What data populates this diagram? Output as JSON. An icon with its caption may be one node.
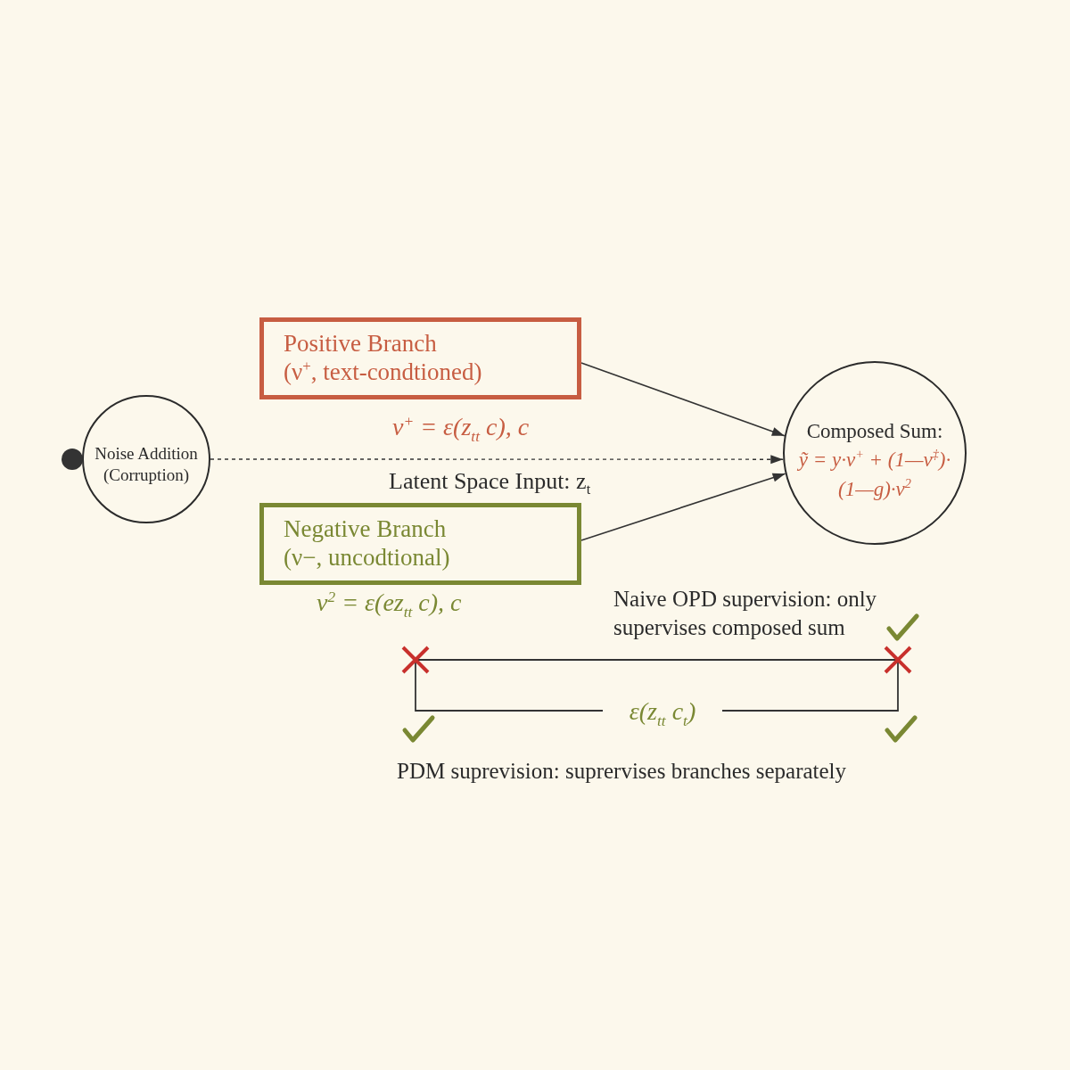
{
  "diagram": {
    "nodes": [
      {
        "text": [
          "Noise Addition (Corruption)"
        ]
      },
      {
        "text": [
          "Positive Branch",
          "(ν$^{+}$, text-condtioned)"
        ],
        "beside": [
          "ν$^{+}$ = ε(z$_{tt}$ c), c"
        ]
      },
      {
        "text": [
          "Negative Branch",
          "(ν−, uncodtional)"
        ],
        "beside": [
          "ν$^{2}$ = ε(ez$_{tt}$ c), c"
        ]
      },
      {
        "text": [
          "Composed Sum:",
          "ỹ = y·ν$^{+}$ + (1—ν$^{‡}$)· (1—g)·ν$^{2}$"
        ]
      }
    ],
    "edges": [
      {
        "from": 1,
        "to": 3,
        "arrow": "to"
      },
      {
        "from": 0,
        "to": 3,
        "arrow": "to",
        "label": "Latent Space Input: z$_{t}$",
        "style": "dashed"
      },
      {
        "from": 2,
        "to": 3,
        "arrow": "to"
      }
    ],
    "labels": [
      "Naive OPD supervision: only supervises composed sum",
      "ε(z$_{tt}$ c$_{t}$)",
      "PDM suprevision: suprervises branches separately"
    ]
  }
}
